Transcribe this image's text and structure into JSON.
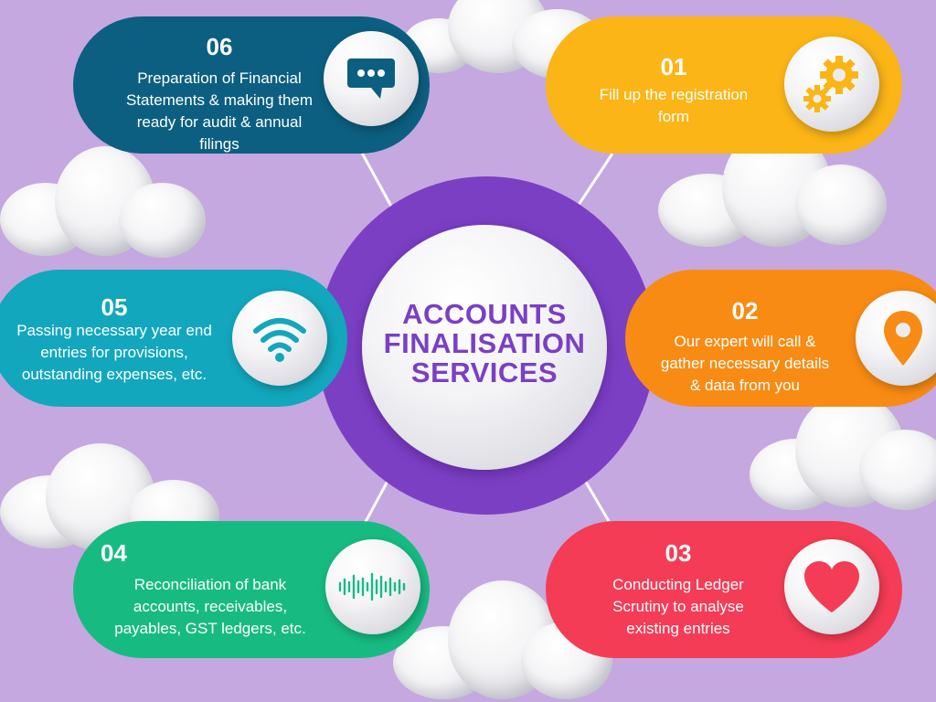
{
  "center": {
    "line1": "ACCOUNTS",
    "line2": "FINALISATION",
    "line3": "SERVICES"
  },
  "steps": [
    {
      "number": "01",
      "lines": [
        "Fill up the registration",
        "form"
      ],
      "color": "#fbb516",
      "icon": "gears-icon",
      "icon_color": "#fbb516"
    },
    {
      "number": "02",
      "lines": [
        "Our expert will call &",
        "gather necessary details",
        "& data from you"
      ],
      "color": "#f88b14",
      "icon": "location-pin-icon",
      "icon_color": "#f88b14"
    },
    {
      "number": "03",
      "lines": [
        "Conducting Ledger",
        "Scrutiny to analyse",
        "existing entries"
      ],
      "color": "#f43c56",
      "icon": "heart-icon",
      "icon_color": "#f43c56"
    },
    {
      "number": "04",
      "lines": [
        "Reconciliation of bank",
        "accounts, receivables,",
        "payables, GST ledgers, etc."
      ],
      "color": "#17bb82",
      "icon": "sound-wave-icon",
      "icon_color": "#17bb82"
    },
    {
      "number": "05",
      "lines": [
        "Passing necessary year end",
        "entries for provisions,",
        "outstanding expenses, etc."
      ],
      "color": "#12a7bd",
      "icon": "wifi-icon",
      "icon_color": "#12a7bd"
    },
    {
      "number": "06",
      "lines": [
        "Preparation of Financial",
        "Statements & making them",
        "ready for audit & annual",
        "filings"
      ],
      "color": "#0c5f80",
      "icon": "chat-bubble-icon",
      "icon_color": "#0c5f80"
    }
  ],
  "colors": {
    "background": "#c5a8e0",
    "ring": "#7b3fc4",
    "title_text": "#7b3fc4"
  }
}
